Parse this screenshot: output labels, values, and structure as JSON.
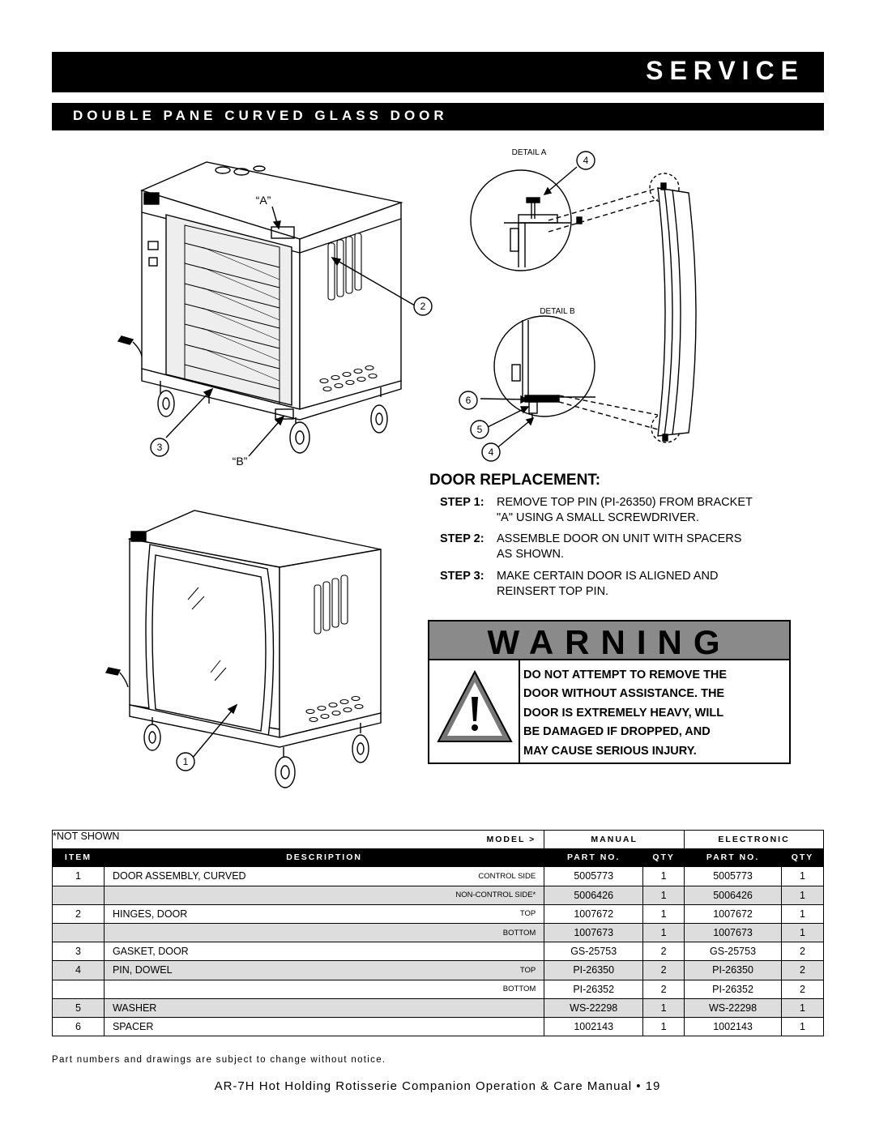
{
  "header": {
    "section_title": "SERVICE",
    "subsection_title": "DOUBLE PANE CURVED GLASS DOOR"
  },
  "figure": {
    "detail_a_label": "DETAIL A",
    "detail_b_label": "DETAIL B",
    "callout_a": "“A”",
    "callout_b": "“B”",
    "callouts": [
      "4",
      "2",
      "6",
      "5",
      "4",
      "3",
      "1"
    ]
  },
  "door_replacement": {
    "title": "DOOR REPLACEMENT:",
    "steps": [
      {
        "label": "STEP 1:",
        "line1": "REMOVE TOP PIN (PI-26350) FROM BRACKET",
        "line2": "\"A\" USING A SMALL SCREWDRIVER."
      },
      {
        "label": "STEP 2:",
        "line1": "ASSEMBLE DOOR ON UNIT WITH SPACERS",
        "line2": "AS SHOWN."
      },
      {
        "label": "STEP 3:",
        "line1": "MAKE CERTAIN DOOR IS ALIGNED AND",
        "line2": "REINSERT TOP PIN."
      }
    ]
  },
  "warning": {
    "heading": "WARNING",
    "lines": [
      "DO NOT ATTEMPT TO REMOVE THE",
      "DOOR WITHOUT ASSISTANCE. THE",
      "DOOR IS EXTREMELY HEAVY, WILL",
      "BE DAMAGED IF DROPPED, AND",
      "MAY CAUSE SERIOUS INJURY."
    ]
  },
  "parts_table": {
    "not_shown_note": "*NOT SHOWN",
    "model_label": "MODEL >",
    "manual_label": "MANUAL",
    "electronic_label": "ELECTRONIC",
    "headers": {
      "item": "ITEM",
      "description": "DESCRIPTION",
      "part_no": "PART NO.",
      "qty": "QTY"
    },
    "rows": [
      {
        "item": "1",
        "desc": "DOOR ASSEMBLY, CURVED",
        "note": "CONTROL SIDE",
        "m_part": "5005773",
        "m_qty": "1",
        "e_part": "5005773",
        "e_qty": "1"
      },
      {
        "item": "",
        "desc": "",
        "note": "NON-CONTROL SIDE*",
        "m_part": "5006426",
        "m_qty": "1",
        "e_part": "5006426",
        "e_qty": "1"
      },
      {
        "item": "2",
        "desc": "HINGES, DOOR",
        "note": "TOP",
        "m_part": "1007672",
        "m_qty": "1",
        "e_part": "1007672",
        "e_qty": "1"
      },
      {
        "item": "",
        "desc": "",
        "note": "BOTTOM",
        "m_part": "1007673",
        "m_qty": "1",
        "e_part": "1007673",
        "e_qty": "1"
      },
      {
        "item": "3",
        "desc": "GASKET, DOOR",
        "note": "",
        "m_part": "GS-25753",
        "m_qty": "2",
        "e_part": "GS-25753",
        "e_qty": "2"
      },
      {
        "item": "4",
        "desc": "PIN, DOWEL",
        "note": "TOP",
        "m_part": "PI-26350",
        "m_qty": "2",
        "e_part": "PI-26350",
        "e_qty": "2"
      },
      {
        "item": "",
        "desc": "",
        "note": "BOTTOM",
        "m_part": "PI-26352",
        "m_qty": "2",
        "e_part": "PI-26352",
        "e_qty": "2"
      },
      {
        "item": "5",
        "desc": "WASHER",
        "note": "",
        "m_part": "WS-22298",
        "m_qty": "1",
        "e_part": "WS-22298",
        "e_qty": "1"
      },
      {
        "item": "6",
        "desc": "SPACER",
        "note": "",
        "m_part": "1002143",
        "m_qty": "1",
        "e_part": "1002143",
        "e_qty": "1"
      }
    ]
  },
  "footer": {
    "disclaimer": "Part numbers and drawings are subject to change without notice.",
    "manual_line": "AR-7H Hot Holding Rotisserie Companion Operation & Care Manual • 19"
  }
}
